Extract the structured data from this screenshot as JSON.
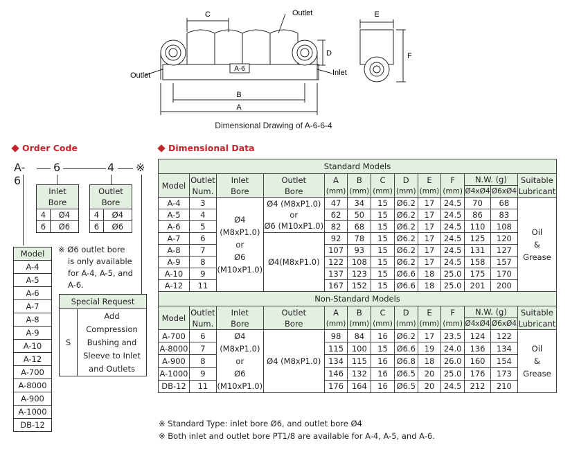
{
  "drawing": {
    "labels": {
      "c": "C",
      "outlet_top": "Outlet",
      "d": "D",
      "a6": "A-6",
      "outlet_left": "Outlet",
      "inlet": "Inlet",
      "b": "B",
      "a": "A",
      "e": "E",
      "f": "F"
    },
    "caption": "Dimensional Drawing of A-6-6-4"
  },
  "order_code": {
    "title": "Order Code",
    "code_parts": [
      "A-6",
      "6",
      "4",
      "※"
    ],
    "inlet_table": {
      "header": [
        "Inlet",
        "Bore"
      ],
      "rows": [
        [
          "4",
          "Ø4"
        ],
        [
          "6",
          "Ø6"
        ]
      ]
    },
    "outlet_table": {
      "header": [
        "Outlet",
        "Bore"
      ],
      "rows": [
        [
          "4",
          "Ø4"
        ],
        [
          "6",
          "Ø6"
        ]
      ]
    },
    "note": [
      "※ Ø6 outlet bore",
      "is only available",
      "for A-4, A-5, and",
      "A-6."
    ],
    "model_header": "Model",
    "models": [
      "A-4",
      "A-5",
      "A-6",
      "A-7",
      "A-8",
      "A-9",
      "A-10",
      "A-12",
      "A-700",
      "A-8000",
      "A-900",
      "A-1000",
      "DB-12"
    ],
    "special_request": {
      "header": "Special Request",
      "code": "S",
      "lines": [
        "Add",
        "Compression",
        "Bushing and",
        "Sleeve to Inlet",
        "and Outlets"
      ]
    }
  },
  "dimensional": {
    "title": "Dimensional Data",
    "standard_title": "Standard Models",
    "nonstandard_title": "Non-Standard Models",
    "headers": {
      "model": "Model",
      "outlet_num": [
        "Outlet",
        "Num."
      ],
      "inlet_bore": [
        "Inlet",
        "Bore"
      ],
      "outlet_bore": [
        "Outlet",
        "Bore"
      ],
      "cols": [
        "A",
        "B",
        "C",
        "D",
        "E",
        "F"
      ],
      "unit": "(mm)",
      "nw": "N.W. (g)",
      "nw_sub": [
        "Ø4xØ4",
        "Ø6xØ4"
      ],
      "lubricant": [
        "Suitable",
        "Lubricant"
      ]
    },
    "standard_inlet": [
      "Ø4",
      "(M8xP1.0)",
      "or",
      "Ø6",
      "(M10xP1.0)"
    ],
    "standard_outlet_1": [
      "Ø4 (M8xP1.0)",
      "or",
      "Ø6 (M10xP1.0)"
    ],
    "standard_outlet_2": "Ø4(M8xP1.0)",
    "standard_lubricant": [
      "Oil",
      "&",
      "Grease"
    ],
    "standard_rows": [
      [
        "A-4",
        "3",
        "47",
        "34",
        "15",
        "Ø6.2",
        "17",
        "24.5",
        "70",
        "68"
      ],
      [
        "A-5",
        "4",
        "62",
        "50",
        "15",
        "Ø6.2",
        "17",
        "24.5",
        "86",
        "83"
      ],
      [
        "A-6",
        "5",
        "82",
        "68",
        "15",
        "Ø6.2",
        "17",
        "24.5",
        "110",
        "108"
      ],
      [
        "A-7",
        "6",
        "92",
        "78",
        "15",
        "Ø6.2",
        "17",
        "24.5",
        "125",
        "120"
      ],
      [
        "A-8",
        "7",
        "107",
        "93",
        "15",
        "Ø6.2",
        "17",
        "24.5",
        "131",
        "127"
      ],
      [
        "A-9",
        "8",
        "122",
        "108",
        "15",
        "Ø6.2",
        "17",
        "24.5",
        "158",
        "157"
      ],
      [
        "A-10",
        "9",
        "137",
        "123",
        "15",
        "Ø6.6",
        "18",
        "25.0",
        "175",
        "170"
      ],
      [
        "A-12",
        "11",
        "167",
        "152",
        "15",
        "Ø6.6",
        "18",
        "25.0",
        "201",
        "200"
      ]
    ],
    "nonstandard_inlet": [
      "Ø4",
      "(M8xP1.0)",
      "or",
      "Ø6",
      "(M10xP1.0)"
    ],
    "nonstandard_outlet": "Ø4 (M8xP1.0)",
    "nonstandard_lubricant": [
      "Oil",
      "&",
      "Grease"
    ],
    "nonstandard_rows": [
      [
        "A-700",
        "6",
        "98",
        "84",
        "16",
        "Ø6.2",
        "17",
        "23.5",
        "124",
        "122"
      ],
      [
        "A-8000",
        "7",
        "115",
        "100",
        "15",
        "Ø6.6",
        "19",
        "24.0",
        "136",
        "134"
      ],
      [
        "A-900",
        "8",
        "134",
        "115",
        "16",
        "Ø6.8",
        "18",
        "26.0",
        "160",
        "154"
      ],
      [
        "A-1000",
        "9",
        "146",
        "132",
        "16",
        "Ø6.5",
        "20",
        "25.0",
        "176",
        "173"
      ],
      [
        "DB-12",
        "11",
        "176",
        "164",
        "16",
        "Ø6.5",
        "20",
        "24.5",
        "212",
        "210"
      ]
    ],
    "notes": [
      "※ Standard Type: inlet bore Ø6, and outlet bore Ø4",
      "※ Both inlet and outlet bore PT1/8 are available for A-4, A-5, and A-6."
    ]
  }
}
